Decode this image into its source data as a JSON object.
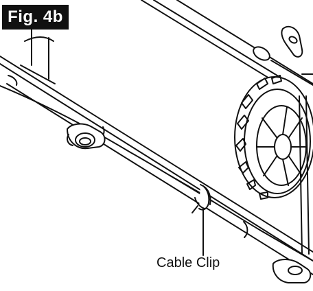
{
  "figure": {
    "label": "Fig. 4b",
    "callout": "Cable Clip",
    "colors": {
      "line": "#111111",
      "fill": "#ffffff",
      "label_bg": "#111111",
      "label_text": "#ffffff"
    },
    "parts": [
      "handle-tube",
      "cable-clip",
      "knob",
      "wheel",
      "upper-handle-tube"
    ]
  }
}
